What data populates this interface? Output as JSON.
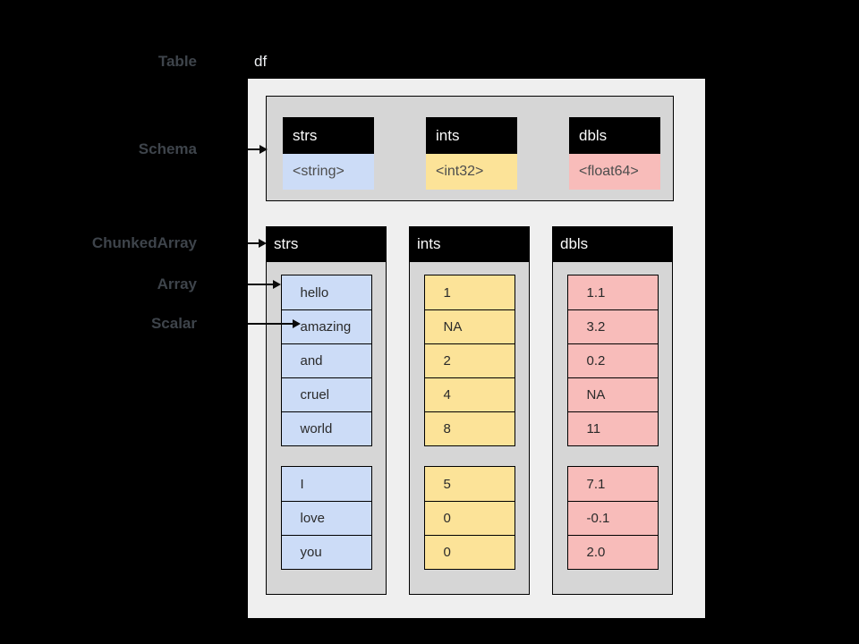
{
  "side_labels": [
    {
      "text": "Table"
    },
    {
      "text": "Schema"
    },
    {
      "text": "ChunkedArray"
    },
    {
      "text": "Array"
    },
    {
      "text": "Scalar"
    }
  ],
  "table_title": "df",
  "schema": {
    "fields": [
      {
        "name": "strs",
        "type": "<string>",
        "color": "#ccdcf7"
      },
      {
        "name": "ints",
        "type": "<int32>",
        "color": "#fce398"
      },
      {
        "name": "dbls",
        "type": "<float64>",
        "color": "#f8bcba"
      }
    ]
  },
  "chunked_arrays": [
    {
      "name": "strs",
      "color": "#ccdcf7",
      "chunks": [
        [
          "hello",
          "amazing",
          "and",
          "cruel",
          "world"
        ],
        [
          "I",
          "love",
          "you"
        ]
      ]
    },
    {
      "name": "ints",
      "color": "#fce398",
      "chunks": [
        [
          "1",
          "NA",
          "2",
          "4",
          "8"
        ],
        [
          "5",
          "0",
          "0"
        ]
      ]
    },
    {
      "name": "dbls",
      "color": "#f8bcba",
      "chunks": [
        [
          "1.1",
          "3.2",
          "0.2",
          "NA",
          "11"
        ],
        [
          "7.1",
          "-0.1",
          "2.0"
        ]
      ]
    }
  ],
  "colors": {
    "background": "#000000",
    "outer_box": "#efefef",
    "panel_gray": "#d6d6d6",
    "header_black": "#000000",
    "label_text": "#3e444b"
  }
}
